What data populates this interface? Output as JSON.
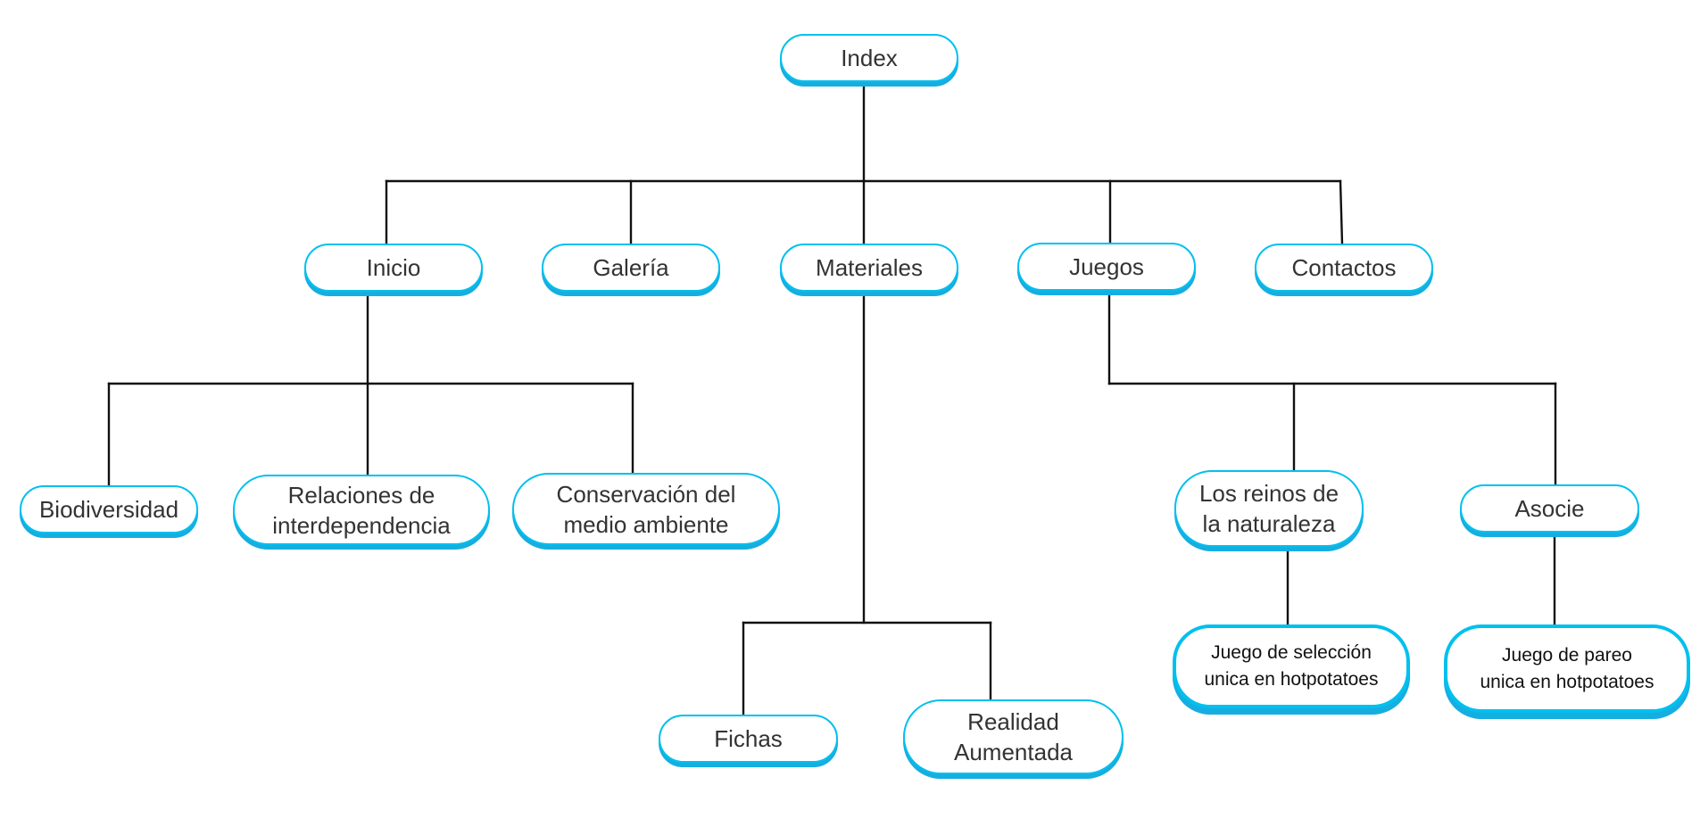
{
  "diagram": {
    "nodes": {
      "index": "Index",
      "inicio": "Inicio",
      "galeria": "Galería",
      "materiales": "Materiales",
      "juegos": "Juegos",
      "contactos": "Contactos",
      "biodiversidad": "Biodiversidad",
      "relaciones": "Relaciones de\ninterdependencia",
      "conservacion": "Conservación del\nmedio ambiente",
      "fichas": "Fichas",
      "realidad": "Realidad\nAumentada",
      "reinos": "Los reinos de\nla naturaleza",
      "asocie": "Asocie",
      "juego_seleccion": "Juego de selección\nunica en hotpotatoes",
      "juego_pareo": "Juego de pareo\nunica en hotpotatoes"
    },
    "colors": {
      "node_border": "#00c0ee",
      "node_shadow": "#16aee0",
      "connector": "#111111",
      "text": "#333333"
    }
  }
}
